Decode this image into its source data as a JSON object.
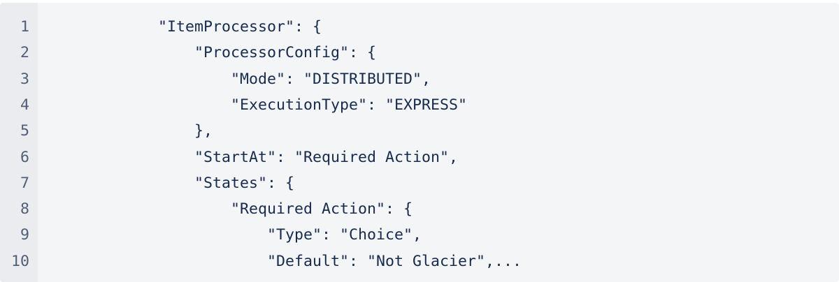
{
  "code_block": {
    "lines": [
      {
        "number": "1",
        "text": "            \"ItemProcessor\": {"
      },
      {
        "number": "2",
        "text": "                \"ProcessorConfig\": {"
      },
      {
        "number": "3",
        "text": "                    \"Mode\": \"DISTRIBUTED\","
      },
      {
        "number": "4",
        "text": "                    \"ExecutionType\": \"EXPRESS\""
      },
      {
        "number": "5",
        "text": "                },"
      },
      {
        "number": "6",
        "text": "                \"StartAt\": \"Required Action\","
      },
      {
        "number": "7",
        "text": "                \"States\": {"
      },
      {
        "number": "8",
        "text": "                    \"Required Action\": {"
      },
      {
        "number": "9",
        "text": "                        \"Type\": \"Choice\","
      },
      {
        "number": "10",
        "text": "                        \"Default\": \"Not Glacier\",..."
      }
    ]
  }
}
